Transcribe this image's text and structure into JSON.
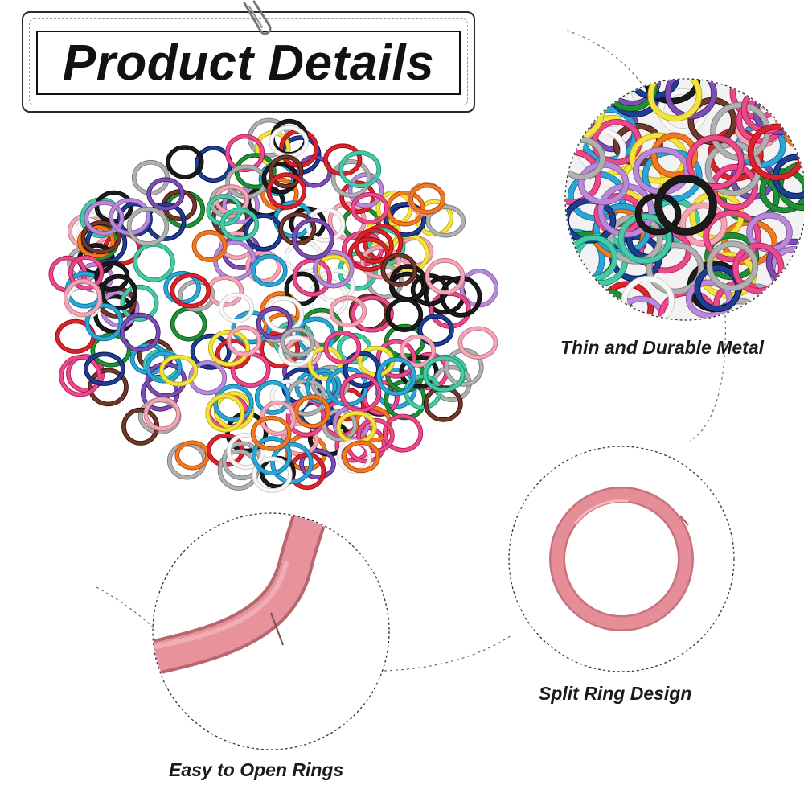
{
  "header": {
    "title": "Product Details"
  },
  "features": [
    {
      "caption": "Thin and Durable Metal",
      "icon": "ring-closeup-photo"
    },
    {
      "caption": "Split Ring Design",
      "icon": "single-ring-photo"
    },
    {
      "caption": "Easy to Open Rings",
      "icon": "ring-split-closeup-photo"
    }
  ],
  "colors": {
    "ring_palette": [
      "#d8242e",
      "#f4e33a",
      "#2ba6d6",
      "#7a4fb0",
      "#1f8f3c",
      "#f07a1f",
      "#f4a6b6",
      "#ffffff",
      "#6e3b2a",
      "#1b1b1b",
      "#1d3f8f",
      "#47c9a6",
      "#e84a8a",
      "#b0b0b0",
      "#b88ad9"
    ],
    "pink_ring": "#e68e97"
  }
}
